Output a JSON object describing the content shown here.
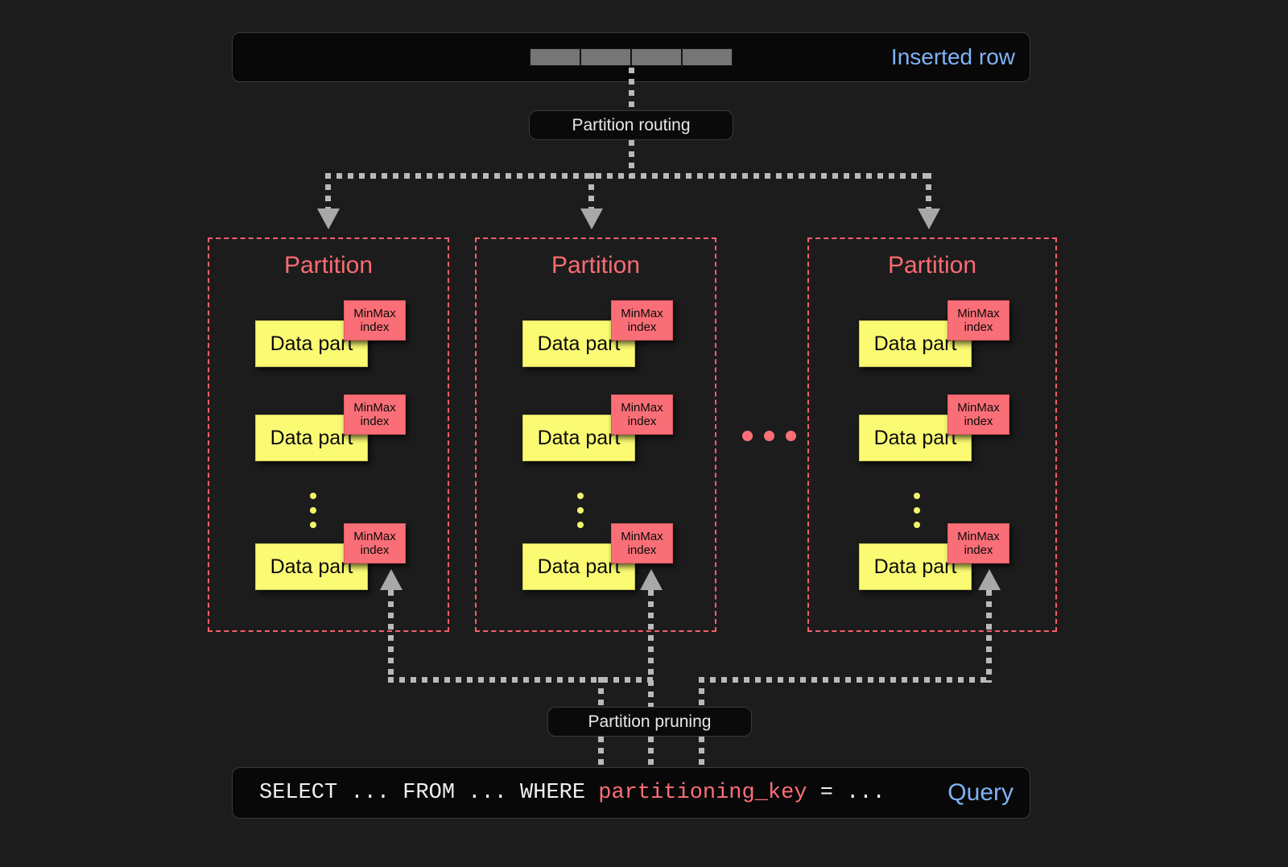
{
  "background_color": "#1c1c1c",
  "accent_colors": {
    "partition_red": "#fb6b72",
    "minmax_red": "#fa6f77",
    "data_part_yellow": "#fbfb73",
    "label_blue": "#7eb3f7",
    "connector_gray": "#b9b9b9",
    "row_cell_gray": "#767676"
  },
  "inserted_row": {
    "label": "Inserted row",
    "cell_count": 4
  },
  "partition_routing": {
    "label": "Partition routing"
  },
  "partitions": [
    {
      "title": "Partition",
      "parts": [
        {
          "data_part_label": "Data part",
          "index_line1": "MinMax",
          "index_line2": "index"
        },
        {
          "data_part_label": "Data part",
          "index_line1": "MinMax",
          "index_line2": "index"
        },
        {
          "data_part_label": "Data part",
          "index_line1": "MinMax",
          "index_line2": "index"
        }
      ]
    },
    {
      "title": "Partition",
      "parts": [
        {
          "data_part_label": "Data part",
          "index_line1": "MinMax",
          "index_line2": "index"
        },
        {
          "data_part_label": "Data part",
          "index_line1": "MinMax",
          "index_line2": "index"
        },
        {
          "data_part_label": "Data part",
          "index_line1": "MinMax",
          "index_line2": "index"
        }
      ]
    },
    {
      "title": "Partition",
      "parts": [
        {
          "data_part_label": "Data part",
          "index_line1": "MinMax",
          "index_line2": "index"
        },
        {
          "data_part_label": "Data part",
          "index_line1": "MinMax",
          "index_line2": "index"
        },
        {
          "data_part_label": "Data part",
          "index_line1": "MinMax",
          "index_line2": "index"
        }
      ]
    }
  ],
  "partition_ellipsis_dot_count": 3,
  "partition_pruning": {
    "label": "Partition pruning"
  },
  "query": {
    "prefix": "SELECT ... FROM ... WHERE ",
    "key": "partitioning_key",
    "suffix": " = ...",
    "label": "Query"
  }
}
